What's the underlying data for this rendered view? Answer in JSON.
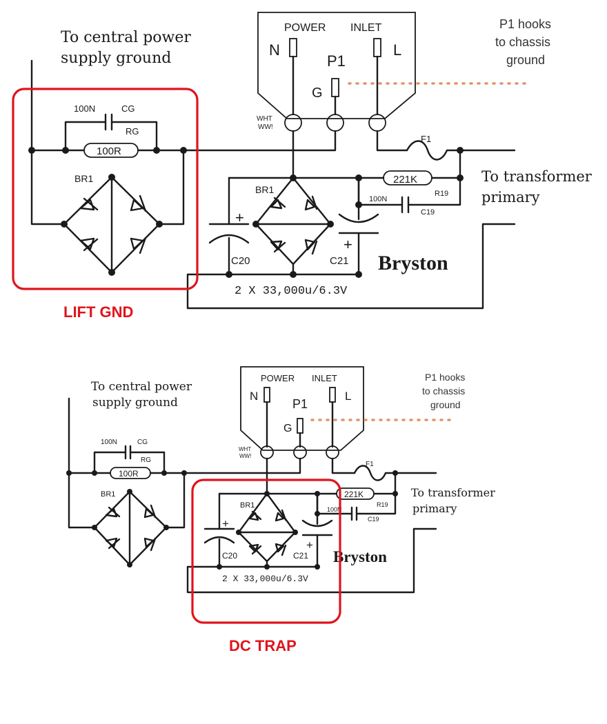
{
  "colors": {
    "highlight": "#e0141c",
    "chassis_link": "#e0946a",
    "ink": "#1a1a1a"
  },
  "top": {
    "central_ground_line1": "To central power",
    "central_ground_line2": "supply ground",
    "power_label": "POWER",
    "inlet_label": "INLET",
    "neutral": "N",
    "live": "L",
    "ground_pin": "G",
    "connector": "P1",
    "p1_note_line1": "P1 hooks",
    "p1_note_line2": "to chassis",
    "p1_note_line3": "ground",
    "wht_line1": "WHT",
    "wht_line2": "WW!",
    "cap_100n": "100N",
    "cg": "CG",
    "rg": "RG",
    "res_100r": "100R",
    "br1_left": "BR1",
    "br1_right": "BR1",
    "fuse": "F1",
    "res_221k": "221K",
    "r19": "R19",
    "cap_100n_c19": "100N",
    "c19": "C19",
    "transformer_line1": "To transformer",
    "transformer_line2": "primary",
    "c20": "C20",
    "c21": "C21",
    "brand": "Bryston",
    "caps_rating": "2 X 33,000u/6.3V",
    "callout": "LIFT GND"
  },
  "bottom": {
    "central_ground_line1": "To central power",
    "central_ground_line2": "supply ground",
    "power_label": "POWER",
    "inlet_label": "INLET",
    "neutral": "N",
    "live": "L",
    "ground_pin": "G",
    "connector": "P1",
    "p1_note_line1": "P1 hooks",
    "p1_note_line2": "to chassis",
    "p1_note_line3": "ground",
    "wht_line1": "WHT",
    "wht_line2": "WW!",
    "cap_100n": "100N",
    "cg": "CG",
    "rg": "RG",
    "res_100r": "100R",
    "br1_left": "BR1",
    "br1_right": "BR1",
    "fuse": "F1",
    "res_221k": "221K",
    "r19": "R19",
    "cap_100n_c19": "100N",
    "c19": "C19",
    "transformer_line1": "To transformer",
    "transformer_line2": "primary",
    "c20": "C20",
    "c21": "C21",
    "brand": "Bryston",
    "caps_rating": "2 X 33,000u/6.3V",
    "callout": "DC TRAP"
  }
}
